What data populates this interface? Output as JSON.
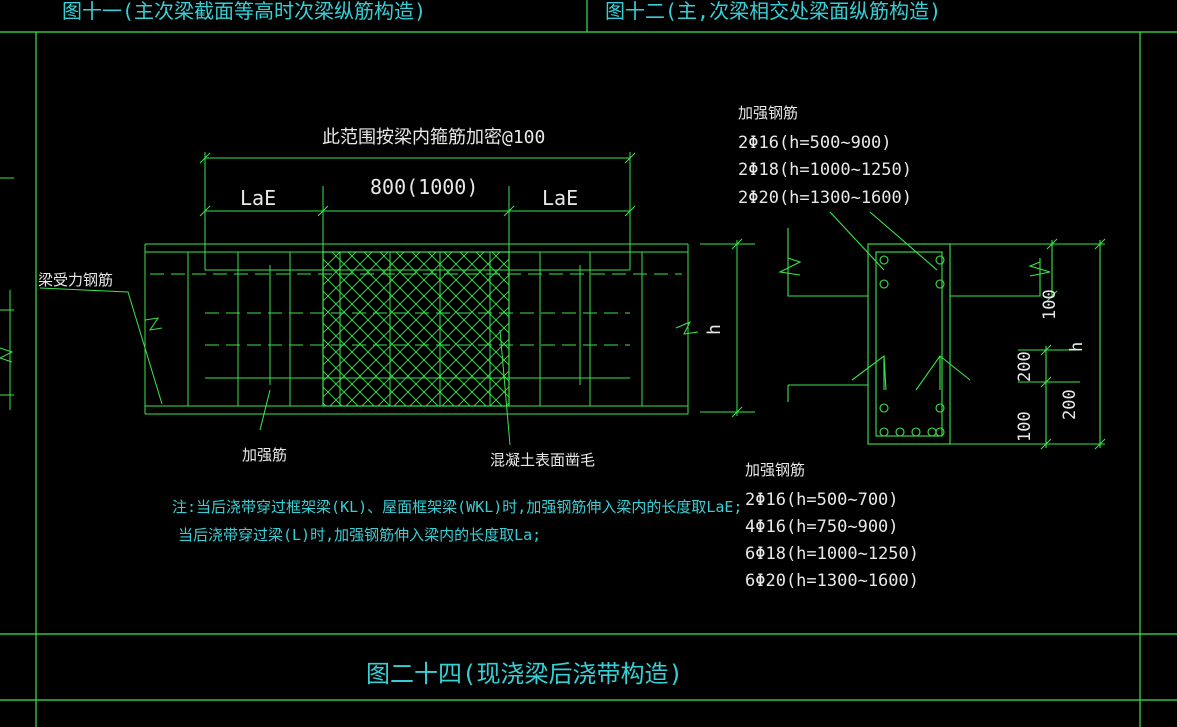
{
  "header": {
    "left_title": "图十一(主次梁截面等高时次梁纵筋构造)",
    "right_title": "图十二(主,次梁相交处梁面纵筋构造)"
  },
  "elevation": {
    "top_note": "此范围按梁内箍筋加密@100",
    "dim_left": "LaE",
    "dim_middle": "800(1000)",
    "dim_right": "LaE",
    "label_main_rebar": "梁受力钢筋",
    "label_reinforcement": "加强筋",
    "label_concrete": "混凝土表面凿毛",
    "dim_h": "h"
  },
  "notes": {
    "line1": "注:当后浇带穿过框架梁(KL)、屋面框架梁(WKL)时,加强钢筋伸入梁内的长度取LaE;",
    "line2": "当后浇带穿过梁(L)时,加强钢筋伸入梁内的长度取La;"
  },
  "section": {
    "top_label": "加强钢筋",
    "top_specs": [
      "2Φ16(h=500~900)",
      "2Φ18(h=1000~1250)",
      "2Φ20(h=1300~1600)"
    ],
    "dim_100_top": "100",
    "dim_h": "h",
    "dim_200_a": "200",
    "dim_200_b": "200",
    "dim_100_bottom": "100",
    "bottom_label": "加强钢筋",
    "bottom_specs": [
      "2Φ16(h=500~700)",
      "4Φ16(h=750~900)",
      "6Φ18(h=1000~1250)",
      "6Φ20(h=1300~1600)"
    ]
  },
  "footer": {
    "title": "图二十四(现浇梁后浇带构造)"
  },
  "colors": {
    "frame": "#39e64a",
    "text_cyan": "#35d0d6",
    "text_white": "#e8e8e8",
    "hatch": "#39e64a"
  }
}
